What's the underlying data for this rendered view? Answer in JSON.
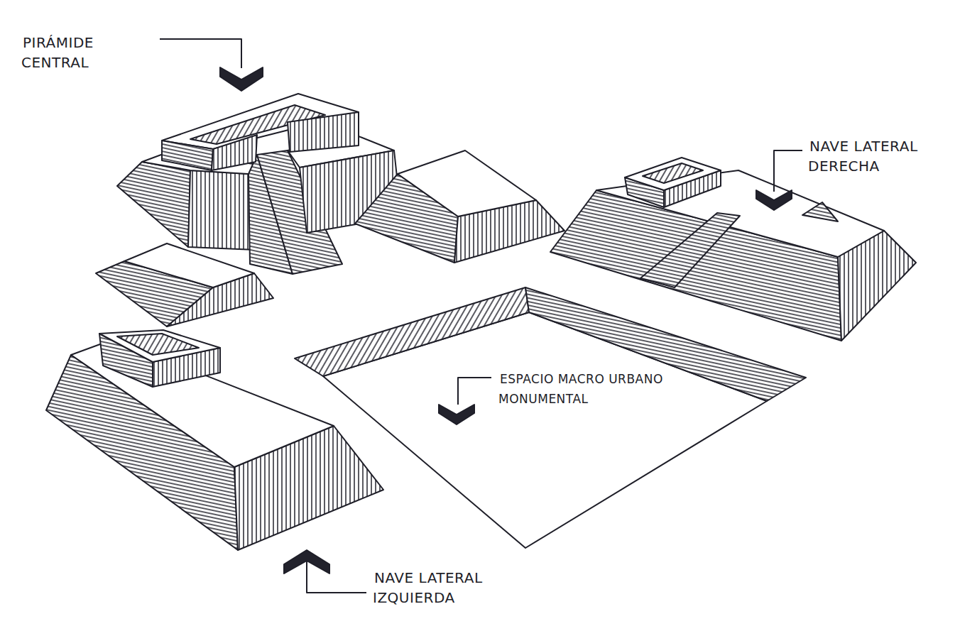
{
  "diagram": {
    "labels": [
      "PIRÁMIDE CENTRAL",
      "NAVE LATERAL DERECHA",
      "ESPACIO MACRO URBANO MONUMENTAL",
      "NAVE LATERAL IZQUIERDA"
    ]
  }
}
